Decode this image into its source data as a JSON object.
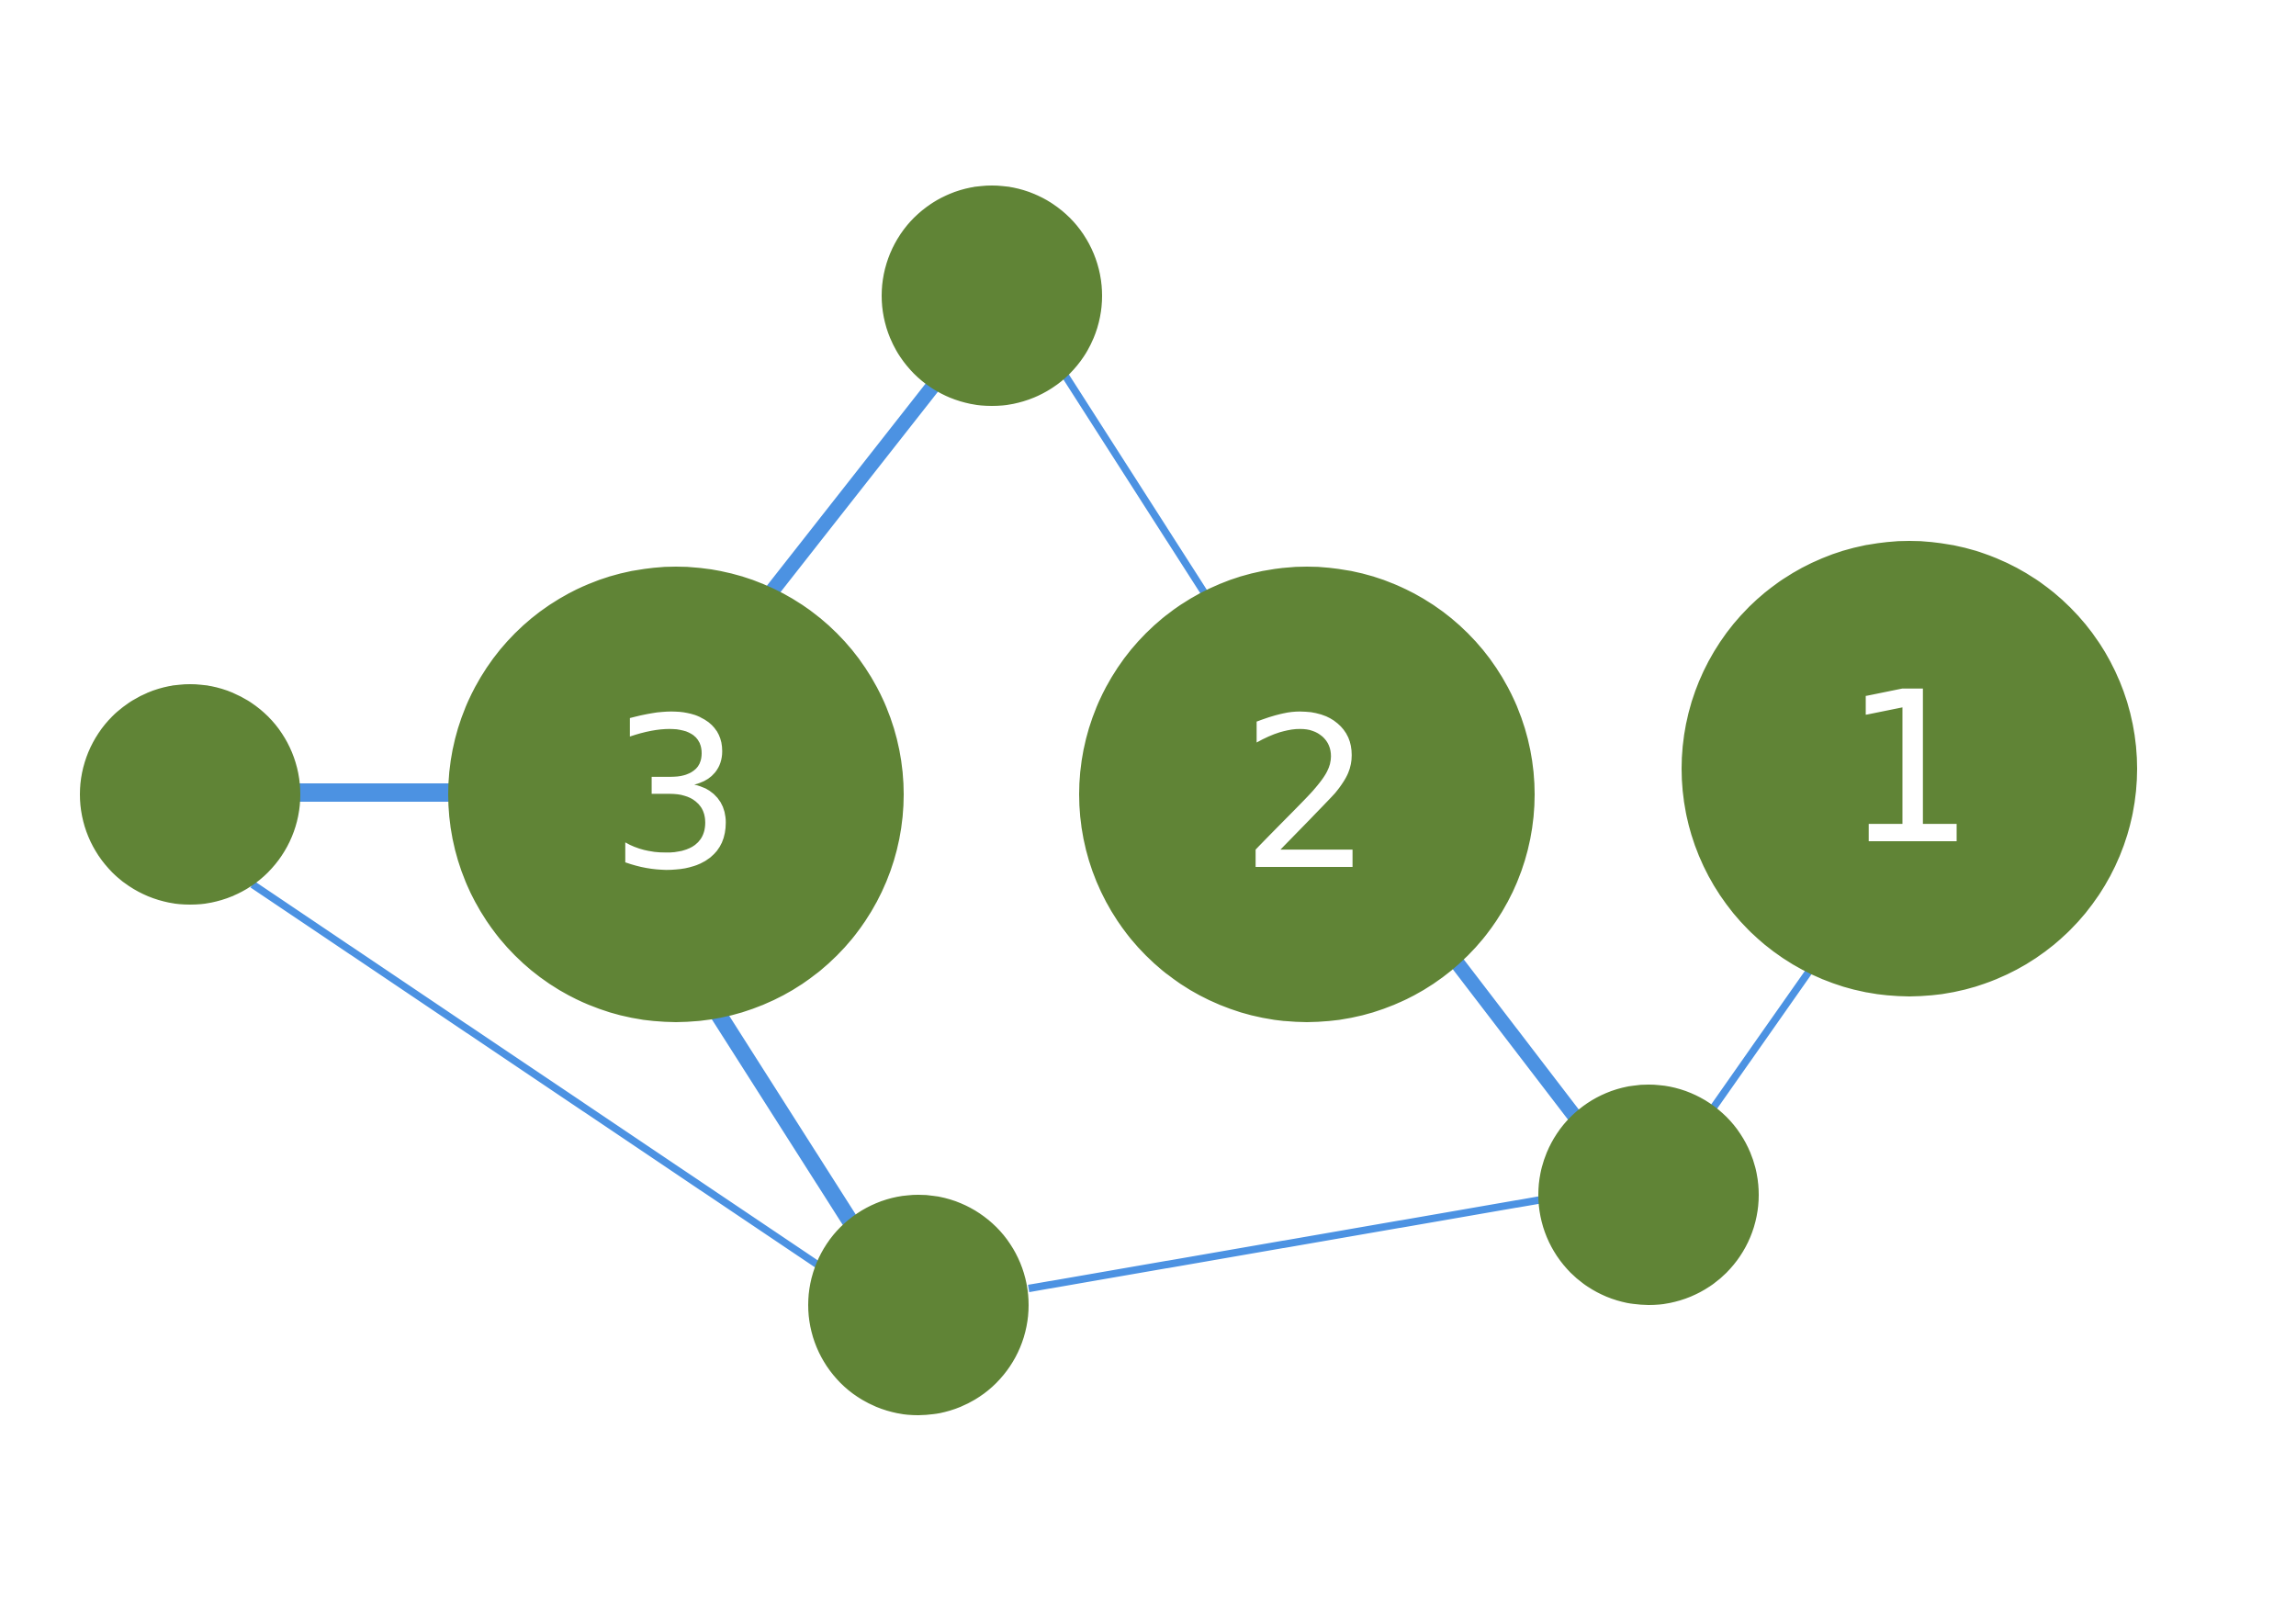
{
  "colors": {
    "background": "#ffffff",
    "node_fill": "#608436",
    "edge_stroke": "#4c92e2",
    "label_fill": "#ffffff"
  },
  "nodes": [
    {
      "id": "n-top",
      "size": "small",
      "label": ""
    },
    {
      "id": "n-left",
      "size": "small",
      "label": ""
    },
    {
      "id": "n-3",
      "size": "large",
      "label": "3"
    },
    {
      "id": "n-2",
      "size": "large",
      "label": "2"
    },
    {
      "id": "n-1",
      "size": "large",
      "label": "1"
    },
    {
      "id": "n-bottom",
      "size": "small",
      "label": ""
    },
    {
      "id": "n-right",
      "size": "small",
      "label": ""
    }
  ],
  "edges": [
    {
      "from": "n-3",
      "to": "n-top",
      "weight": "thick"
    },
    {
      "from": "n-top",
      "to": "n-2",
      "weight": "thin"
    },
    {
      "from": "n-left",
      "to": "n-3",
      "weight": "thick"
    },
    {
      "from": "n-left",
      "to": "n-bottom",
      "weight": "thin"
    },
    {
      "from": "n-3",
      "to": "n-bottom",
      "weight": "thick"
    },
    {
      "from": "n-bottom",
      "to": "n-right",
      "weight": "thin"
    },
    {
      "from": "n-2",
      "to": "n-right",
      "weight": "thick"
    },
    {
      "from": "n-right",
      "to": "n-1",
      "weight": "thin"
    }
  ]
}
